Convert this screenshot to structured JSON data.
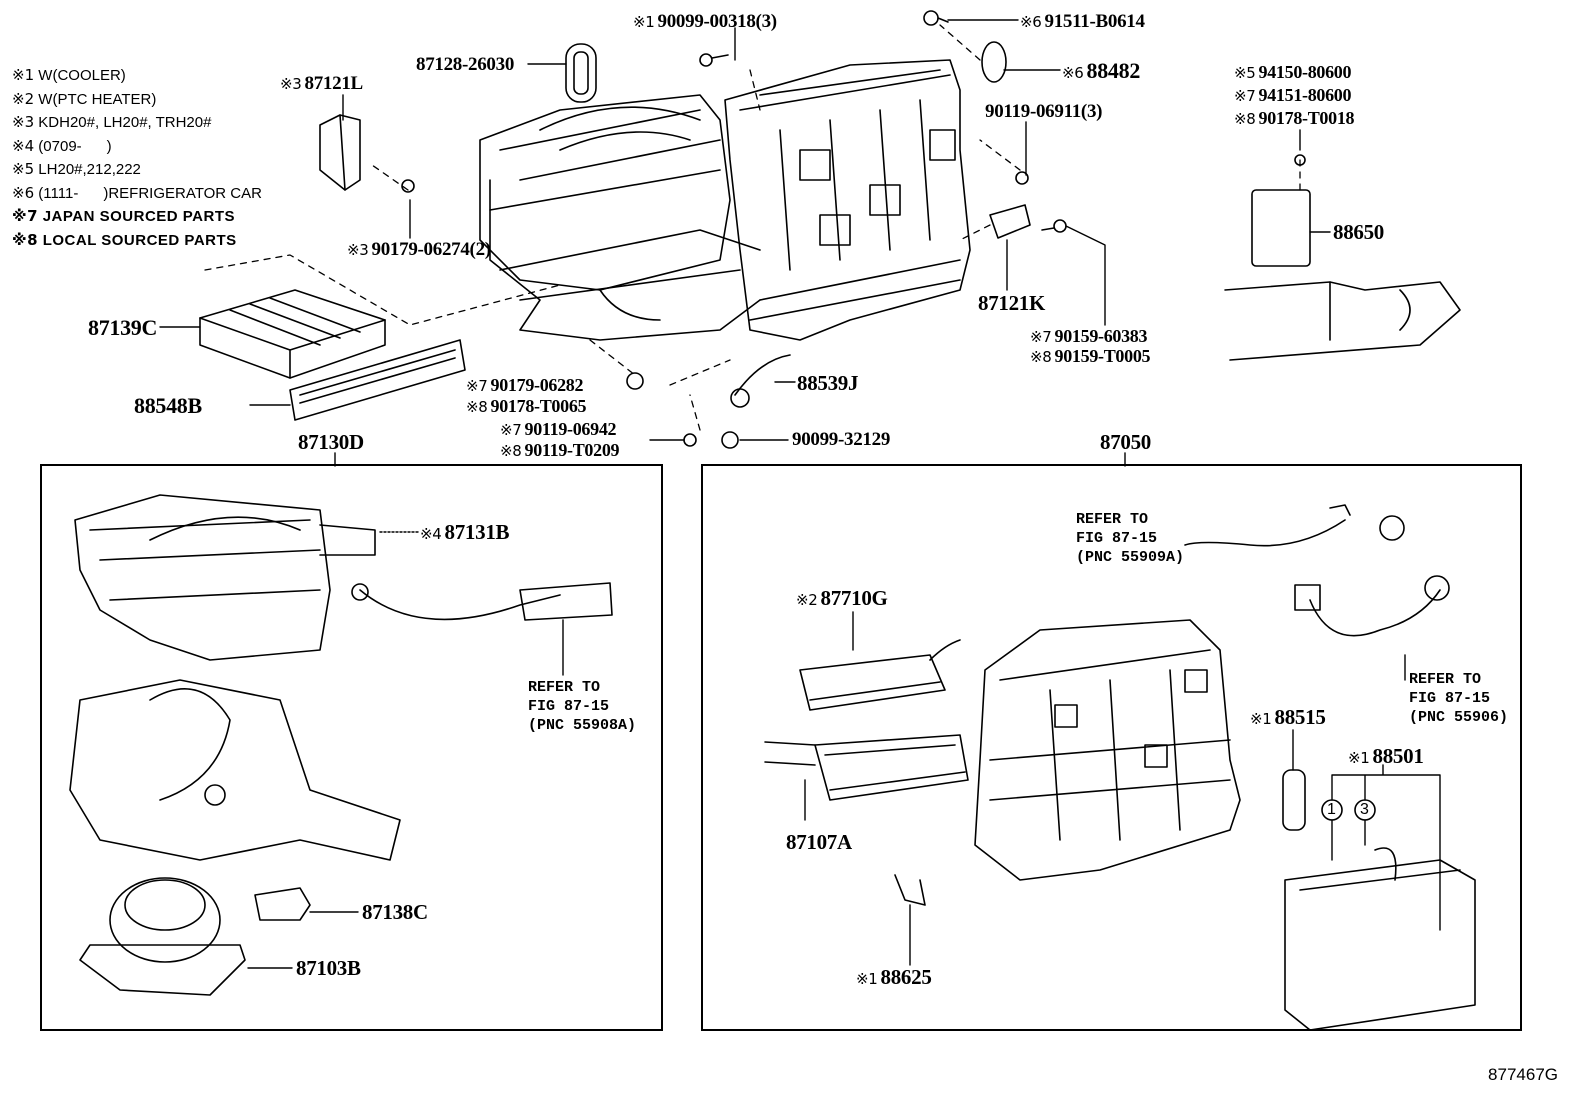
{
  "figure_id": "877467G",
  "legend": [
    {
      "mark": "※1",
      "text": "W(COOLER)"
    },
    {
      "mark": "※2",
      "text": "W(PTC HEATER)"
    },
    {
      "mark": "※3",
      "text": "KDH20#, LH20#, TRH20#"
    },
    {
      "mark": "※4",
      "text": "(0709-      )"
    },
    {
      "mark": "※5",
      "text": "LH20#,212,222"
    },
    {
      "mark": "※6",
      "text": "(1111-      )REFRIGERATOR CAR"
    },
    {
      "mark": "※7",
      "text": "JAPAN SOURCED PARTS"
    },
    {
      "mark": "※8",
      "text": "LOCAL SOURCED PARTS"
    }
  ],
  "labels": {
    "p87121L": {
      "mark": "※3",
      "part": "87121L"
    },
    "p87128": {
      "mark": "",
      "part": "87128-26030"
    },
    "p90099_00318": {
      "mark": "※1",
      "part": "90099-00318(3)"
    },
    "p91511": {
      "mark": "※6",
      "part": "91511-B0614"
    },
    "p88482": {
      "mark": "※6",
      "part": "88482"
    },
    "p90119_06911": {
      "mark": "",
      "part": "90119-06911(3)"
    },
    "p94150": {
      "mark": "※5",
      "part": "94150-80600"
    },
    "p94151": {
      "mark": "※7",
      "part": "94151-80600"
    },
    "p90178_T0018": {
      "mark": "※8",
      "part": "90178-T0018"
    },
    "p88650": {
      "mark": "",
      "part": "88650"
    },
    "p90179_06274": {
      "mark": "※3",
      "part": "90179-06274(2)"
    },
    "p87121K": {
      "mark": "",
      "part": "87121K"
    },
    "p90159_60383": {
      "mark": "※7",
      "part": "90159-60383"
    },
    "p90159_T0005": {
      "mark": "※8",
      "part": "90159-T0005"
    },
    "p87139C": {
      "mark": "",
      "part": "87139C"
    },
    "p88548B": {
      "mark": "",
      "part": "88548B"
    },
    "p90179_06282": {
      "mark": "※7",
      "part": "90179-06282"
    },
    "p90178_T0065": {
      "mark": "※8",
      "part": "90178-T0065"
    },
    "p88539J": {
      "mark": "",
      "part": "88539J"
    },
    "p90119_06942": {
      "mark": "※7",
      "part": "90119-06942"
    },
    "p90119_T0209": {
      "mark": "※8",
      "part": "90119-T0209"
    },
    "p90099_32129": {
      "mark": "",
      "part": "90099-32129"
    },
    "p87130D": {
      "mark": "",
      "part": "87130D"
    },
    "p87050": {
      "mark": "",
      "part": "87050"
    },
    "p87131B": {
      "mark": "※4",
      "part": "87131B"
    },
    "p87138C": {
      "mark": "",
      "part": "87138C"
    },
    "p87103B": {
      "mark": "",
      "part": "87103B"
    },
    "p87710G": {
      "mark": "※2",
      "part": "87710G"
    },
    "p87107A": {
      "mark": "",
      "part": "87107A"
    },
    "p88515": {
      "mark": "※1",
      "part": "88515"
    },
    "p88501": {
      "mark": "※1",
      "part": "88501"
    },
    "p88625": {
      "mark": "※1",
      "part": "88625"
    }
  },
  "refs": {
    "r55908A": "REFER TO\nFIG 87-15\n(PNC 55908A)",
    "r55909A": "REFER TO\nFIG 87-15\n(PNC 55909A)",
    "r55906": "REFER TO\nFIG 87-15\n(PNC 55906)"
  },
  "callouts": {
    "c1": "1",
    "c3": "3"
  }
}
